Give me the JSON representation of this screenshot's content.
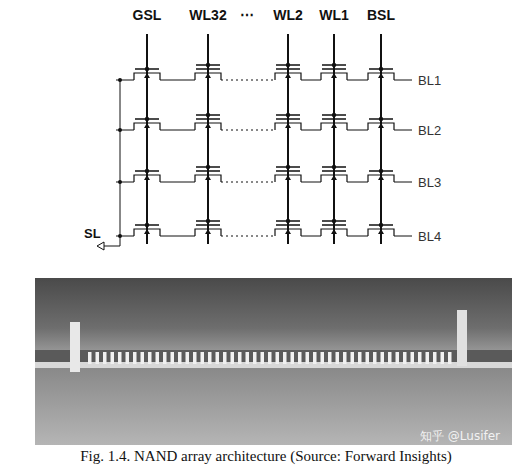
{
  "diagram": {
    "caption": "Fig. 1.4. NAND array architecture (Source: Forward Insights)",
    "labels": [
      "GSL",
      "WL32",
      "⋯",
      "WL2",
      "WL1",
      "BSL",
      "BL1",
      "BL2",
      "BL3",
      "BL4",
      "SL",
      "知乎 @Lusifer"
    ]
  }
}
